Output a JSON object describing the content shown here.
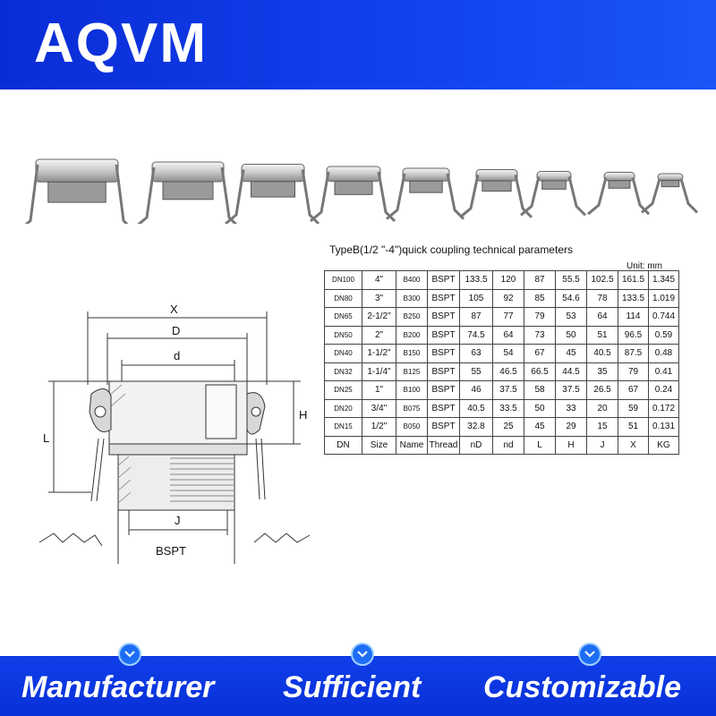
{
  "brand": {
    "logo_text": "AQVM"
  },
  "table": {
    "title": "TypeB(1/2 \"-4\")quick coupling technical parameters",
    "unit": "Unit: mm",
    "rows": [
      [
        "DN100",
        "4\"",
        "B400",
        "BSPT",
        "133.5",
        "120",
        "87",
        "55.5",
        "102.5",
        "161.5",
        "1.345"
      ],
      [
        "DN80",
        "3\"",
        "B300",
        "BSPT",
        "105",
        "92",
        "85",
        "54.6",
        "78",
        "133.5",
        "1.019"
      ],
      [
        "DN65",
        "2-1/2\"",
        "B250",
        "BSPT",
        "87",
        "77",
        "79",
        "53",
        "64",
        "114",
        "0.744"
      ],
      [
        "DN50",
        "2\"",
        "B200",
        "BSPT",
        "74.5",
        "64",
        "73",
        "50",
        "51",
        "96.5",
        "0.59"
      ],
      [
        "DN40",
        "1-1/2\"",
        "B150",
        "BSPT",
        "63",
        "54",
        "67",
        "45",
        "40.5",
        "87.5",
        "0.48"
      ],
      [
        "DN32",
        "1-1/4\"",
        "B125",
        "BSPT",
        "55",
        "46.5",
        "66.5",
        "44.5",
        "35",
        "79",
        "0.41"
      ],
      [
        "DN25",
        "1\"",
        "B100",
        "BSPT",
        "46",
        "37.5",
        "58",
        "37.5",
        "26.5",
        "67",
        "0.24"
      ],
      [
        "DN20",
        "3/4\"",
        "B075",
        "BSPT",
        "40.5",
        "33.5",
        "50",
        "33",
        "20",
        "59",
        "0.172"
      ],
      [
        "DN15",
        "1/2\"",
        "B050",
        "BSPT",
        "32.8",
        "25",
        "45",
        "29",
        "15",
        "51",
        "0.131"
      ]
    ],
    "header": [
      "DN",
      "Size",
      "Name",
      "Thread",
      "nD",
      "nd",
      "L",
      "H",
      "J",
      "X",
      "KG"
    ]
  },
  "diagram": {
    "labels": {
      "x": "X",
      "d_upper": "D",
      "d_lower": "d",
      "l": "L",
      "h": "H",
      "j": "J",
      "bspt": "BSPT"
    }
  },
  "footer": {
    "items": [
      "Manufacturer",
      "Sufficient",
      "Customizable"
    ]
  },
  "colors": {
    "brand_blue": "#1143ee",
    "footer_blue": "#0930d8",
    "chevron_blue": "#1d6ef5"
  }
}
